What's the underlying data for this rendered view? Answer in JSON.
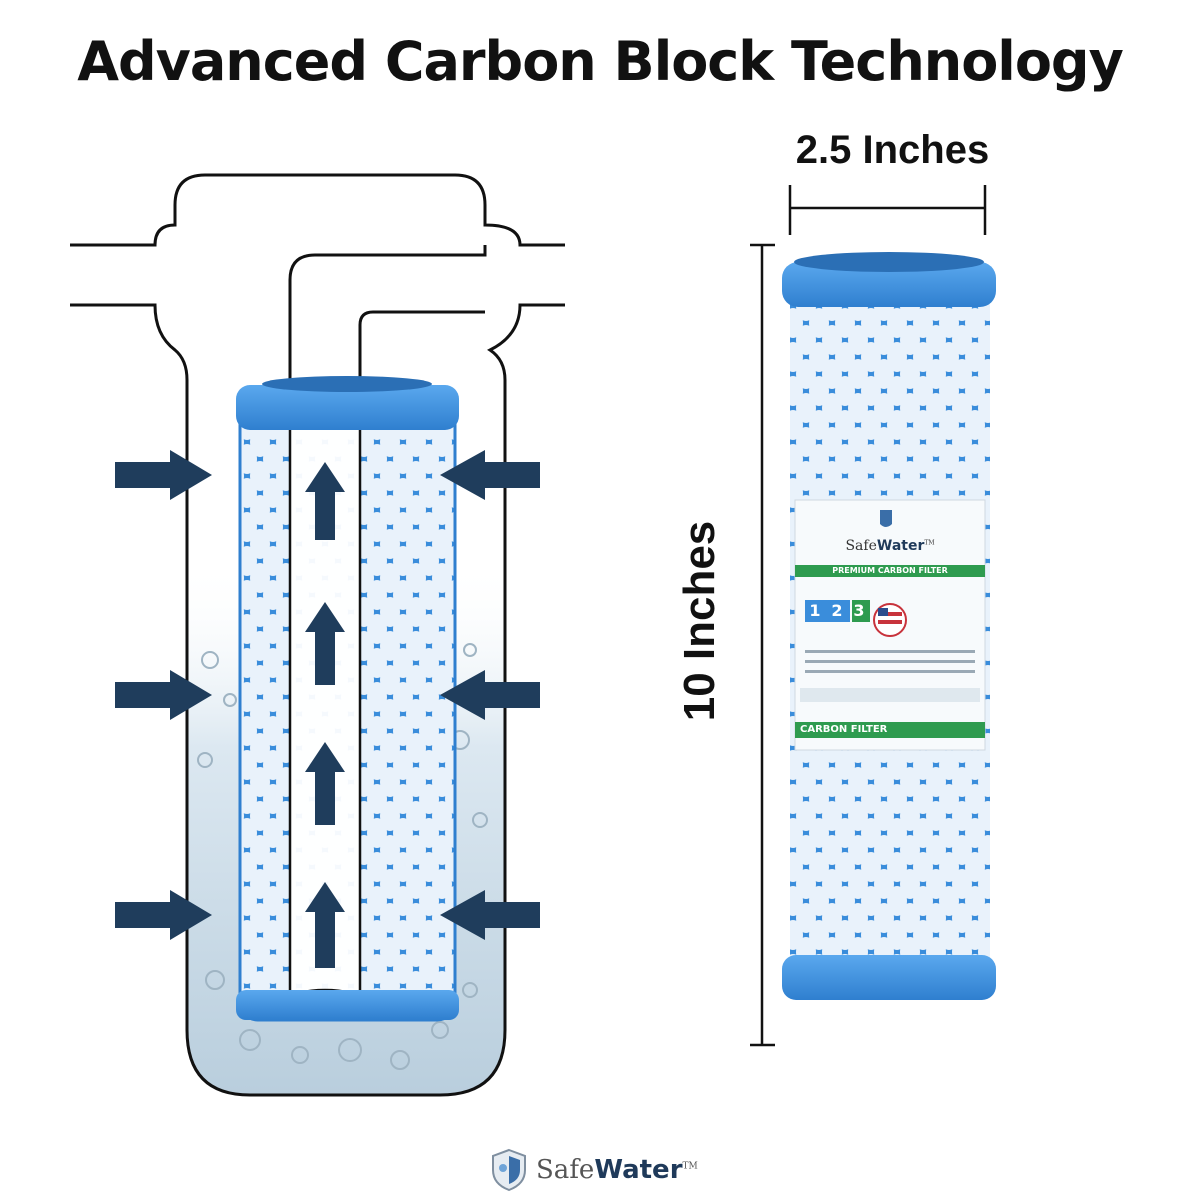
{
  "title": "Advanced Carbon Block Technology",
  "width_label": "2.5 Inches",
  "height_label": "10 Inches",
  "label": {
    "brand_safe": "Safe",
    "brand_water": "Water",
    "brand_tm": "TM",
    "subtitle": "PREMIUM CARBON FILTER",
    "stages": [
      "1",
      "2",
      "3"
    ],
    "footer": "CARBON FILTER"
  },
  "logo": {
    "safe": "Safe",
    "water": "Water",
    "tm": "TM"
  },
  "colors": {
    "filter_blue": "#3a8ddb",
    "mesh_white": "#e9f2fb",
    "arrow_navy": "#1f3d5c",
    "label_green": "#2e9b4f"
  },
  "icons": [
    "shield-icon",
    "inflow-arrow-icon",
    "upflow-arrow-icon",
    "us-flag-icon"
  ]
}
